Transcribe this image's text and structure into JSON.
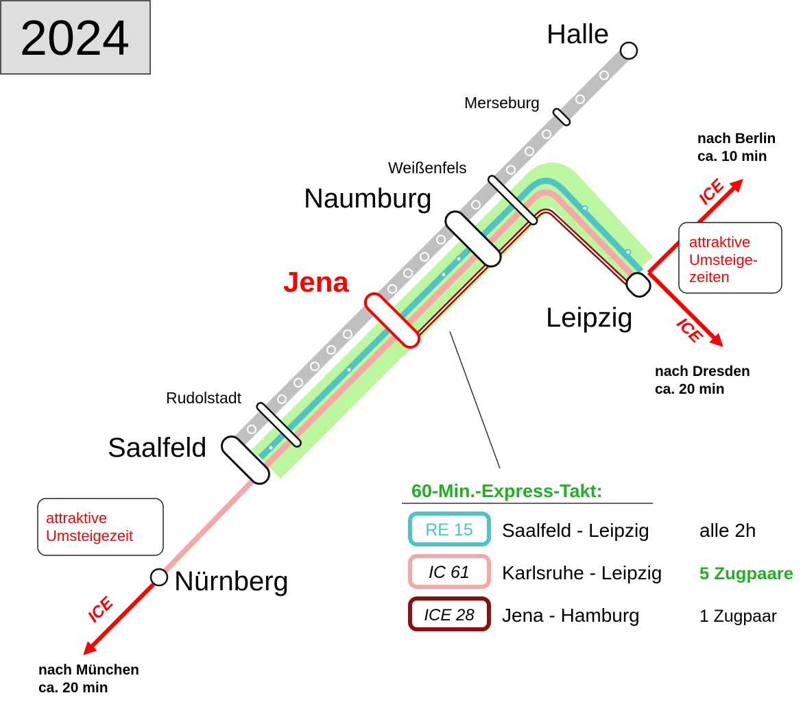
{
  "year": "2024",
  "stations": {
    "halle": "Halle",
    "merseburg": "Merseburg",
    "weissenfels": "Weißenfels",
    "naumburg": "Naumburg",
    "jena": "Jena",
    "leipzig": "Leipzig",
    "rudolstadt": "Rudolstadt",
    "saalfeld": "Saalfeld",
    "nuernberg": "Nürnberg"
  },
  "connections": {
    "berlin": {
      "ice": "ICE",
      "line1": "nach Berlin",
      "line2": "ca. 10 min"
    },
    "dresden": {
      "ice": "ICE",
      "line1": "nach Dresden",
      "line2": "ca. 20 min"
    },
    "muenchen": {
      "ice": "ICE",
      "line1": "nach München",
      "line2": "ca. 20 min"
    }
  },
  "notes": {
    "leipzig": [
      "attraktive",
      "Umsteige-",
      "zeiten"
    ],
    "nuernberg": [
      "attraktive",
      "Umsteigezeit"
    ]
  },
  "legend": {
    "title": "60-Min.-Express-Takt:",
    "lines": [
      {
        "code": "RE 15",
        "route": "Saalfeld - Leipzig",
        "frequency": "alle 2h",
        "color": "#4fc4c4"
      },
      {
        "code": "IC 61",
        "route": "Karlsruhe - Leipzig",
        "frequency": "5  Zugpaare",
        "color": "#f6a8a8"
      },
      {
        "code": "ICE 28",
        "route": "Jena - Hamburg",
        "frequency": "1  Zugpaar",
        "color": "#8e0f0f"
      }
    ]
  },
  "colors": {
    "express_band": "#b8f59a",
    "re15": "#4fc4c4",
    "ic61": "#f6a8a8",
    "ice28": "#8e0f0f",
    "other_line": "#c0c0c0",
    "ice_arrow": "#ff0000",
    "highlight": "#ff0000",
    "legend_title": "#22b022"
  }
}
